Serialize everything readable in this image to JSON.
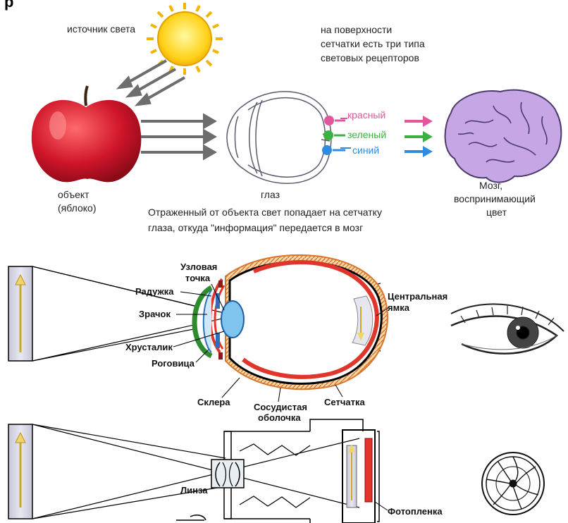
{
  "header": {
    "title_fragment": "р"
  },
  "top_diagram": {
    "light_source": "источник света",
    "receptors_note": [
      "на поверхности",
      "сетчатки есть три типа",
      "световых рецепторов"
    ],
    "receptors": [
      {
        "label": "красный",
        "color": "#e4569b"
      },
      {
        "label": "зеленый",
        "color": "#3bb13f"
      },
      {
        "label": "синий",
        "color": "#2e8ce0"
      }
    ],
    "object_label": [
      "объект",
      "(яблоко)"
    ],
    "eye_label": "глаз",
    "brain_label": [
      "Мозг,",
      "воспринимающий",
      "цвет"
    ],
    "caption": [
      "Отраженный от объекта свет попадает на сетчатку",
      "глаза, откуда \"информация\" передается в мозг"
    ]
  },
  "eye_anatomy": {
    "labels": {
      "nodal_point": [
        "Узловая",
        "точка"
      ],
      "iris": "Радужка",
      "pupil": "Зрачок",
      "lens": "Хрусталик",
      "cornea": "Роговица",
      "sclera": "Склера",
      "choroid": [
        "Сосудистая",
        "оболочка"
      ],
      "retina": "Сетчатка",
      "fovea": [
        "Центральная",
        "ямка"
      ]
    }
  },
  "camera": {
    "labels": {
      "lens": "Линза",
      "film": "Фотопленка"
    }
  },
  "colors": {
    "arrow_gray": "#6d6d6d",
    "sclera_red": "#e0352b",
    "iris_green": "#2e8b2e",
    "lens_blue": "#7fc4ef",
    "brain": "#c7a6e6"
  }
}
